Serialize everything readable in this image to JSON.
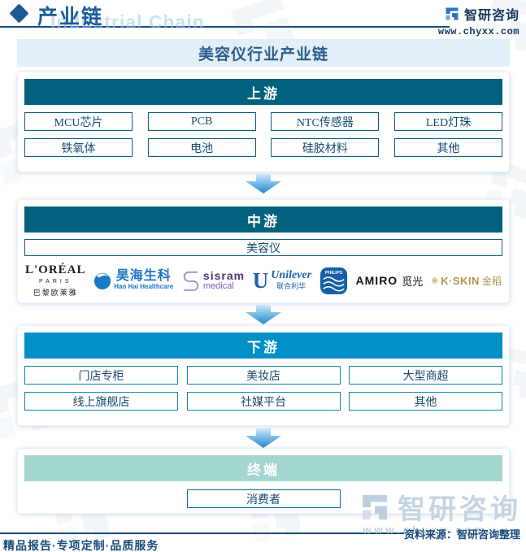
{
  "header": {
    "title": "产业链",
    "subtitle_en": "Industrial Chain",
    "brand_name": "智研咨询",
    "brand_url": "www.chyxx.com"
  },
  "chart_data": {
    "type": "table",
    "title": "美容仪行业产业链",
    "upstream": {
      "label": "上游",
      "items": [
        "MCU芯片",
        "PCB",
        "NTC传感器",
        "LED灯珠",
        "铁氧体",
        "电池",
        "硅胶材料",
        "其他"
      ]
    },
    "midstream": {
      "label": "中游",
      "product": "美容仪",
      "companies": [
        {
          "name": "L'ORÉAL",
          "sub": "PARIS",
          "cn": "巴黎欧莱雅"
        },
        {
          "name": "昊海生科",
          "sub": "Hao Hai Healthcare"
        },
        {
          "name": "sisram",
          "sub": "medical"
        },
        {
          "name": "Unilever",
          "cn": "联合利华"
        },
        {
          "name": "PHILIPS"
        },
        {
          "name": "AMIRO",
          "cn": "觅光"
        },
        {
          "name": "K·SKIN",
          "cn": "金稻"
        }
      ]
    },
    "downstream": {
      "label": "下游",
      "items": [
        "门店专柜",
        "美妆店",
        "大型商超",
        "线上旗舰店",
        "社媒平台",
        "其他"
      ]
    },
    "terminal": {
      "label": "终端",
      "items": [
        "消费者"
      ]
    }
  },
  "footer": {
    "tagline": "精品报告·专项定制·品质服务",
    "source": "资料来源：智研咨询整理"
  },
  "watermark": {
    "brand_name": "智研咨询",
    "brand_url": "www.chyxx.com"
  },
  "colors": {
    "band_teal": "#02617E",
    "band_blue": "#0090C6",
    "band_mint": "#A3D6CF",
    "navy": "#1A4A7B",
    "title_band_bg": "#E2EEF8",
    "box_border_teal": "#0D5F7D",
    "box_border_blue": "#0D82BD"
  }
}
